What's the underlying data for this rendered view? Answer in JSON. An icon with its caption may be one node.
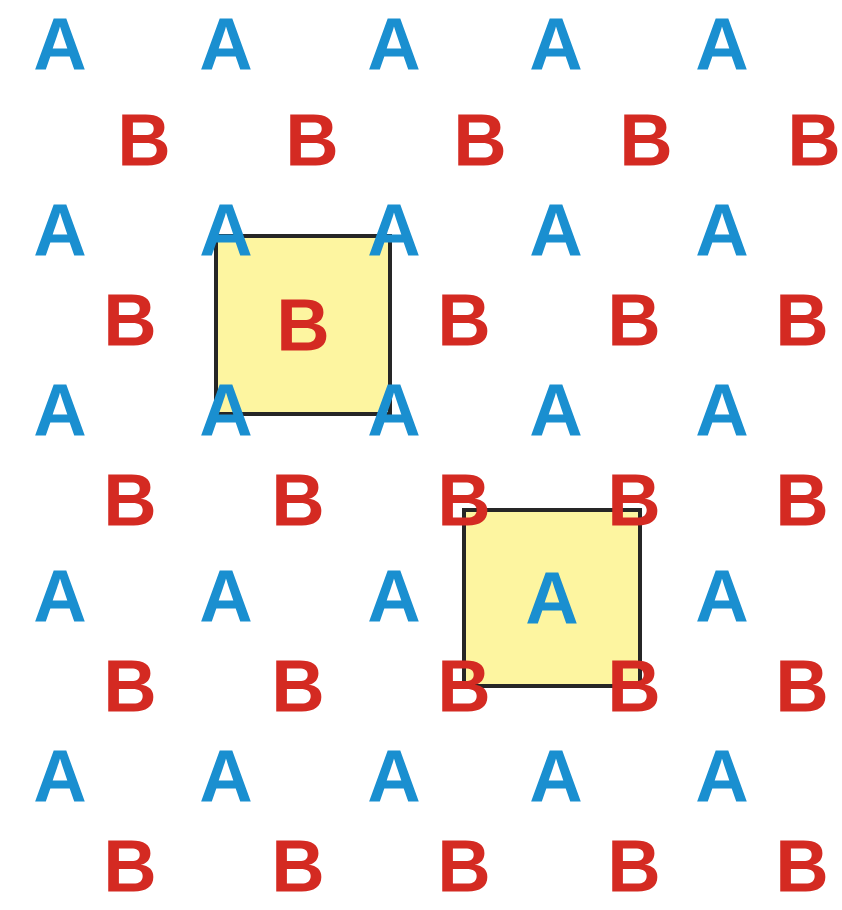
{
  "diagram": {
    "nodes": [
      {
        "text": [
          "B"
        ]
      },
      {
        "text": [
          "A"
        ]
      }
    ],
    "edges": [],
    "labels": [
      "A",
      "A",
      "A",
      "A",
      "A",
      "B",
      "B",
      "B",
      "B",
      "B",
      "A",
      "A",
      "A",
      "A",
      "A",
      "B",
      "B",
      "B",
      "B",
      "A",
      "A",
      "A",
      "A",
      "A",
      "B",
      "B",
      "B",
      "B",
      "B",
      "A",
      "A",
      "A",
      "A",
      "B",
      "B",
      "B",
      "B",
      "B",
      "A",
      "A",
      "A",
      "A",
      "A",
      "B",
      "B",
      "B",
      "B",
      "B"
    ]
  }
}
